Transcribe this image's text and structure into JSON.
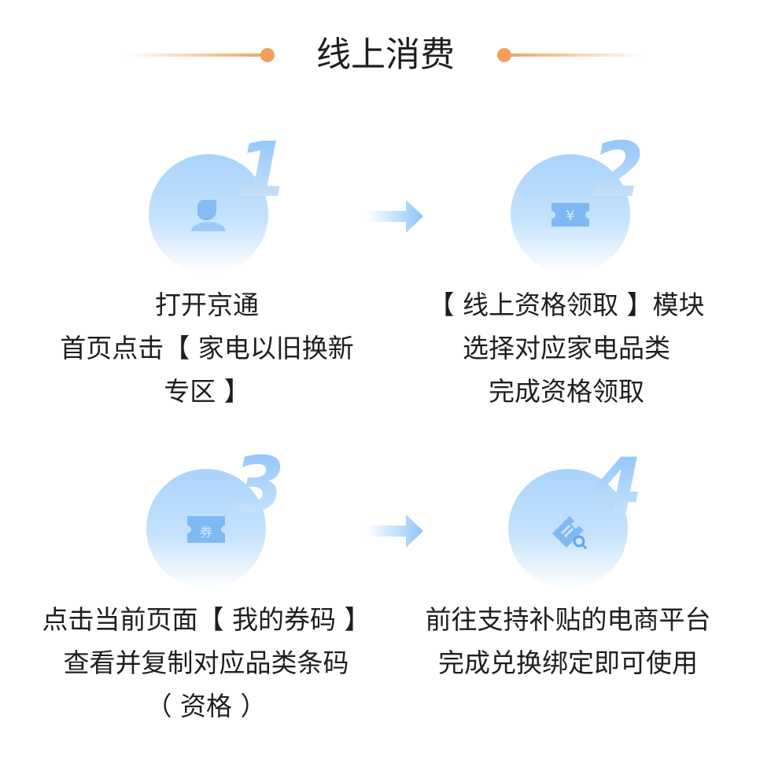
{
  "header": {
    "title": "线上消费"
  },
  "steps": [
    {
      "number": "1",
      "icon": "user-icon",
      "lines": [
        "打开京通",
        "首页点击【 家电以旧换新",
        "专区 】"
      ]
    },
    {
      "number": "2",
      "icon": "yuan-ticket-icon",
      "lines": [
        "【 线上资格领取 】模块",
        "选择对应家电品类",
        "完成资格领取"
      ]
    },
    {
      "number": "3",
      "icon": "coupon-icon",
      "lines": [
        "点击当前页面【 我的券码 】",
        "查看并复制对应品类条码",
        "（ 资格 ）"
      ]
    },
    {
      "number": "4",
      "icon": "ticket-search-icon",
      "lines": [
        "前往支持补贴的电商平台",
        "完成兑换绑定即可使用"
      ]
    }
  ],
  "colors": {
    "accent": "#f0a05a",
    "blue": "#8ec4f8"
  }
}
